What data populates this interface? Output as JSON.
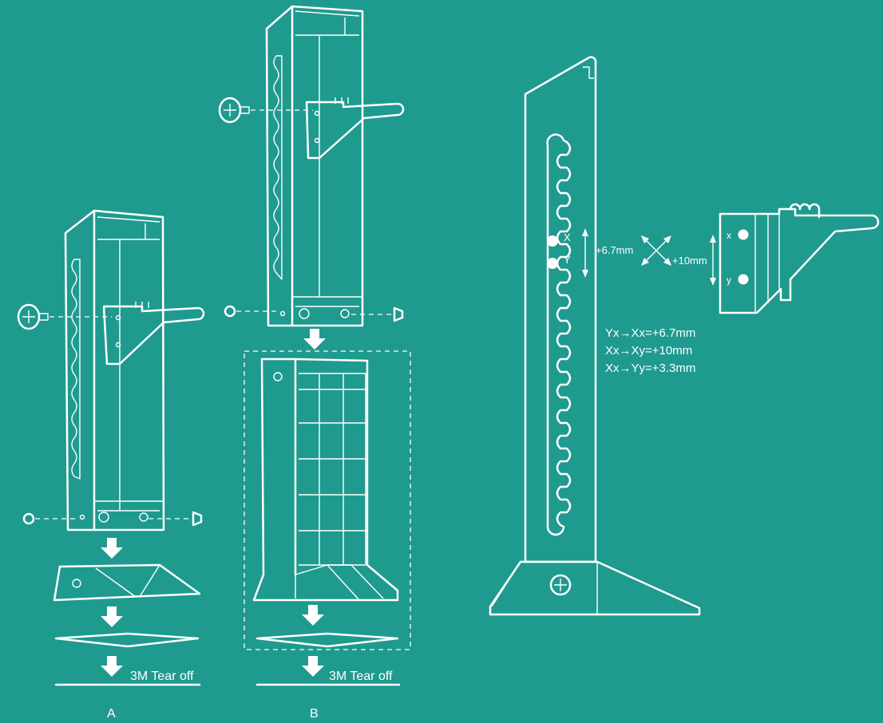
{
  "labels": {
    "panel_a": "A",
    "panel_b": "B",
    "tear_off_a": "3M Tear off",
    "tear_off_b": "3M Tear off"
  },
  "detail": {
    "hole_x": "X",
    "hole_y": "Y",
    "offset_vertical": "+6.7mm",
    "offset_diagonal": "+10mm",
    "bracket_hole_x": "x",
    "bracket_hole_y": "y",
    "formulas": [
      "Yx→Xx=+6.7mm",
      "Xx→Xy=+10mm",
      "Xx→Yy=+3.3mm"
    ]
  },
  "colors": {
    "background": "#1f9a8f",
    "line": "#ffffff"
  }
}
